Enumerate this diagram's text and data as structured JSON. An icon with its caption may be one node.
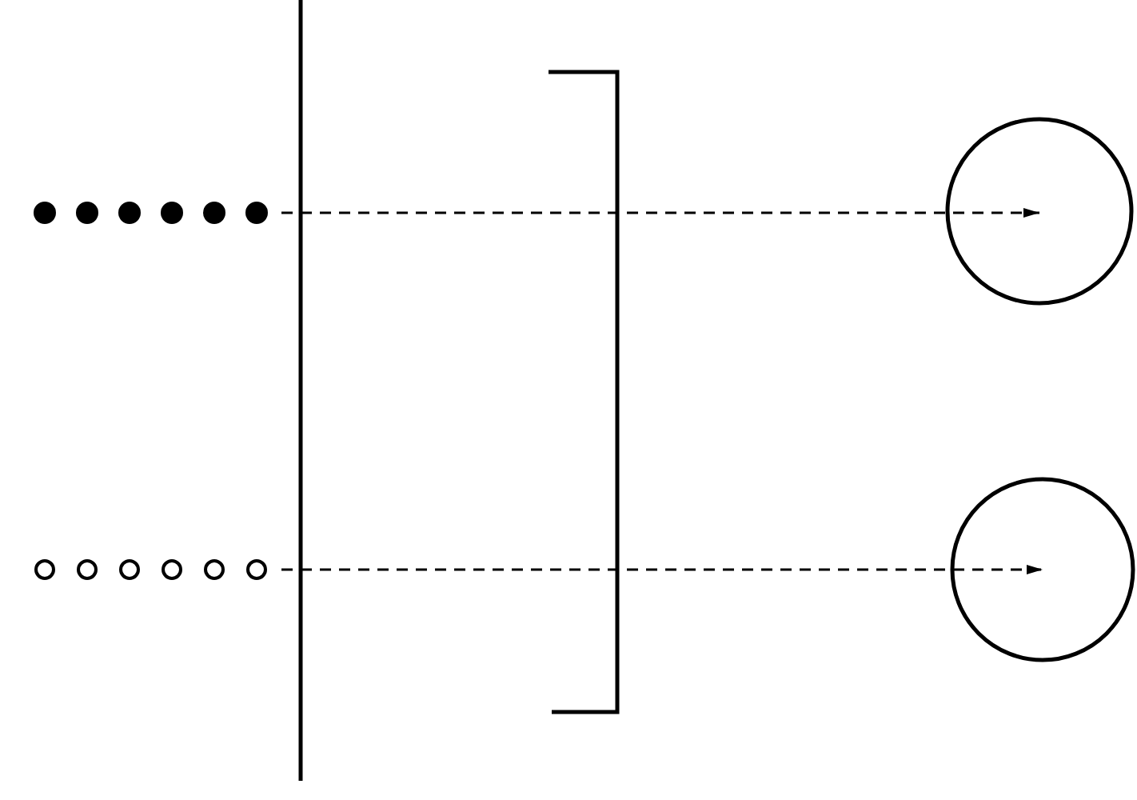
{
  "diagram": {
    "nodes": [
      {
        "text": [],
        "shape": "dots"
      },
      {
        "text": [],
        "shape": "rings"
      },
      {
        "text": [],
        "shape": "circle"
      },
      {
        "text": [],
        "shape": "circle"
      }
    ],
    "edges": [
      {
        "from": 0,
        "to": 2,
        "arrow": "to",
        "style": "dashed"
      },
      {
        "from": 1,
        "to": 3,
        "arrow": "to",
        "style": "dashed"
      }
    ]
  }
}
